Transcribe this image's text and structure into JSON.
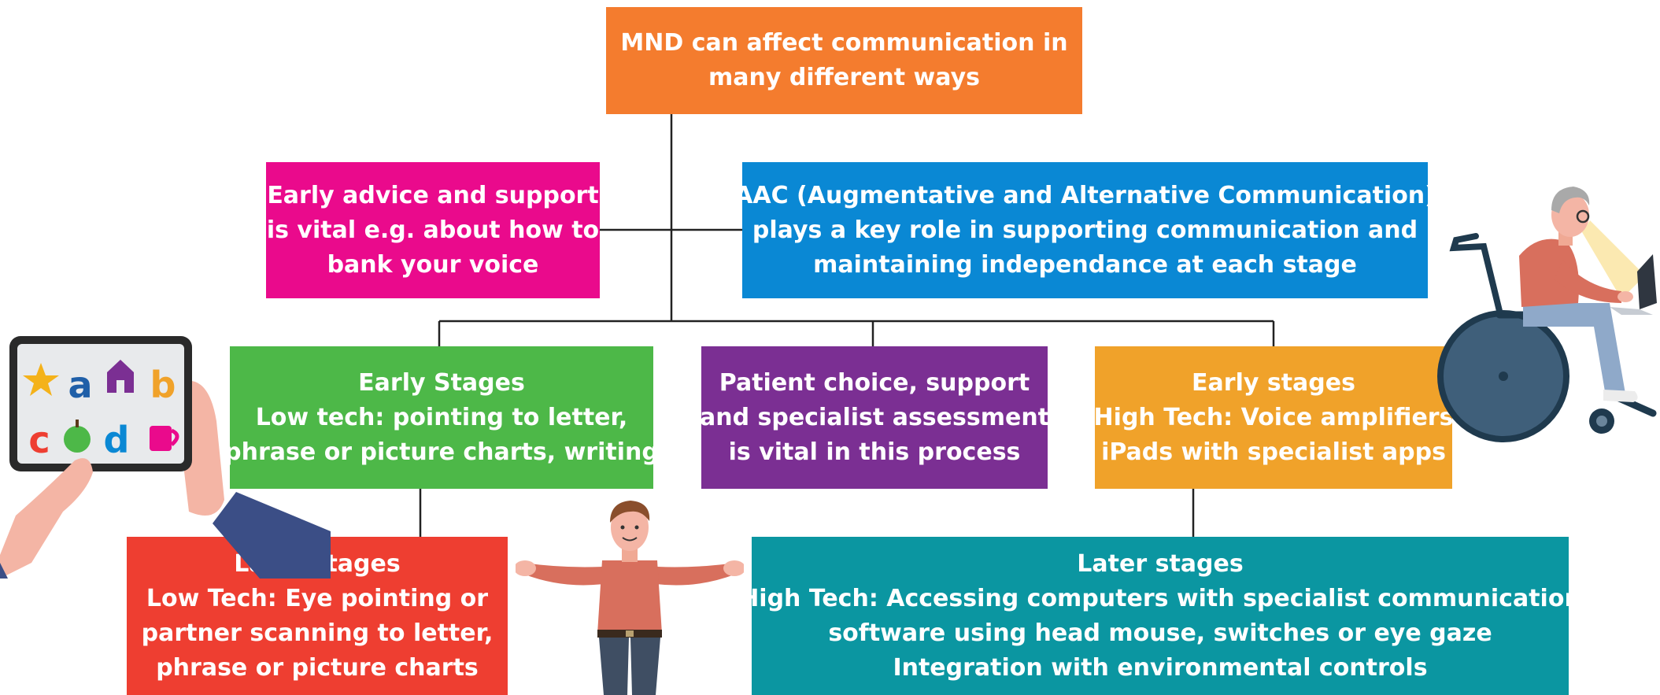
{
  "colors": {
    "orange": "#f47c2e",
    "pink": "#ea0a8c",
    "blue": "#0a88d4",
    "green": "#4db848",
    "purple": "#7b2f93",
    "amber": "#f0a22a",
    "red": "#ee3e31",
    "teal": "#0b96a1",
    "connector": "#222222"
  },
  "boxes": {
    "top": {
      "lines": [
        "MND can affect communication in",
        "many different ways"
      ]
    },
    "advice": {
      "lines": [
        "Early advice and support",
        "is vital e.g. about how to",
        "bank your voice"
      ]
    },
    "aac": {
      "lines": [
        "AAC (Augmentative and Alternative Communication)",
        "plays a key role in supporting communication and",
        "maintaining independance at each stage"
      ]
    },
    "early_low": {
      "lines": [
        "Early Stages",
        "Low tech: pointing to letter,",
        "phrase or picture charts, writing"
      ]
    },
    "choice": {
      "lines": [
        "Patient choice, support",
        "and specialist assessment",
        "is vital in this process"
      ]
    },
    "early_high": {
      "lines": [
        "Early stages",
        "High Tech: Voice amplifiers",
        "iPads with specialist apps"
      ]
    },
    "later_low": {
      "lines": [
        "Later stages",
        "Low Tech: Eye pointing or",
        "partner scanning to letter,",
        "phrase or  picture charts"
      ]
    },
    "later_high": {
      "lines": [
        "Later stages",
        "High Tech: Accessing computers with specialist communication",
        "software using head mouse, switches or eye gaze",
        "Integration with environmental controls"
      ]
    }
  },
  "illustrations": {
    "tablet": {
      "icon": "tablet-with-letter-chart-icon",
      "letters": [
        "a",
        "b",
        "c",
        "d"
      ]
    },
    "person": {
      "icon": "standing-person-icon"
    },
    "wheelchair": {
      "icon": "person-in-wheelchair-with-laptop-icon"
    }
  }
}
